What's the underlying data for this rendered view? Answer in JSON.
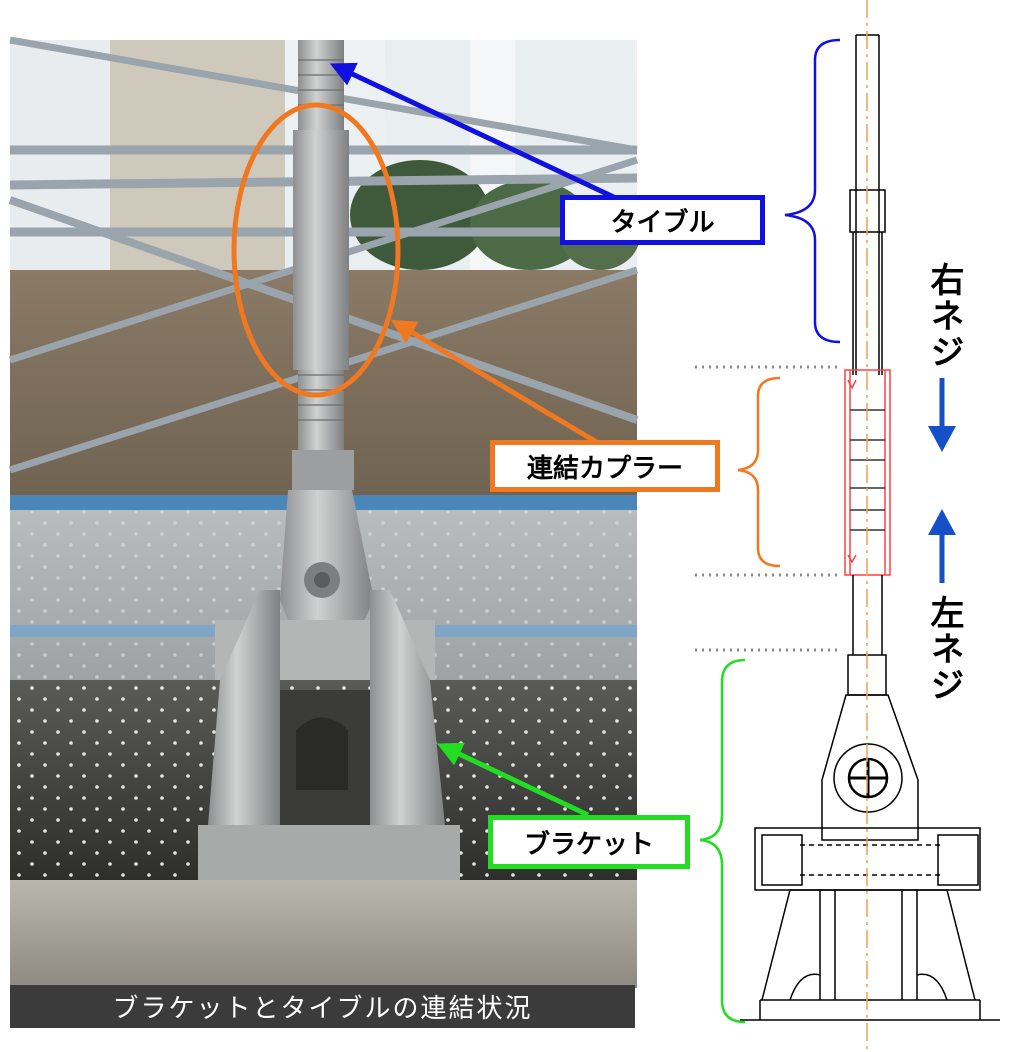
{
  "labels": {
    "tie_cable": "タイブル",
    "coupler": "連結カプラー",
    "bracket": "ブラケット"
  },
  "thread_right": "右ネジ",
  "thread_left": "左ネジ",
  "caption": "ブラケットとタイブルの連結状況",
  "colors": {
    "tie_cable": "#1010e0",
    "coupler": "#f07820",
    "bracket": "#22dd22",
    "coupler_drawing": "#ff4040",
    "center_line": "#f0a050",
    "arrow": "#1550c8"
  }
}
